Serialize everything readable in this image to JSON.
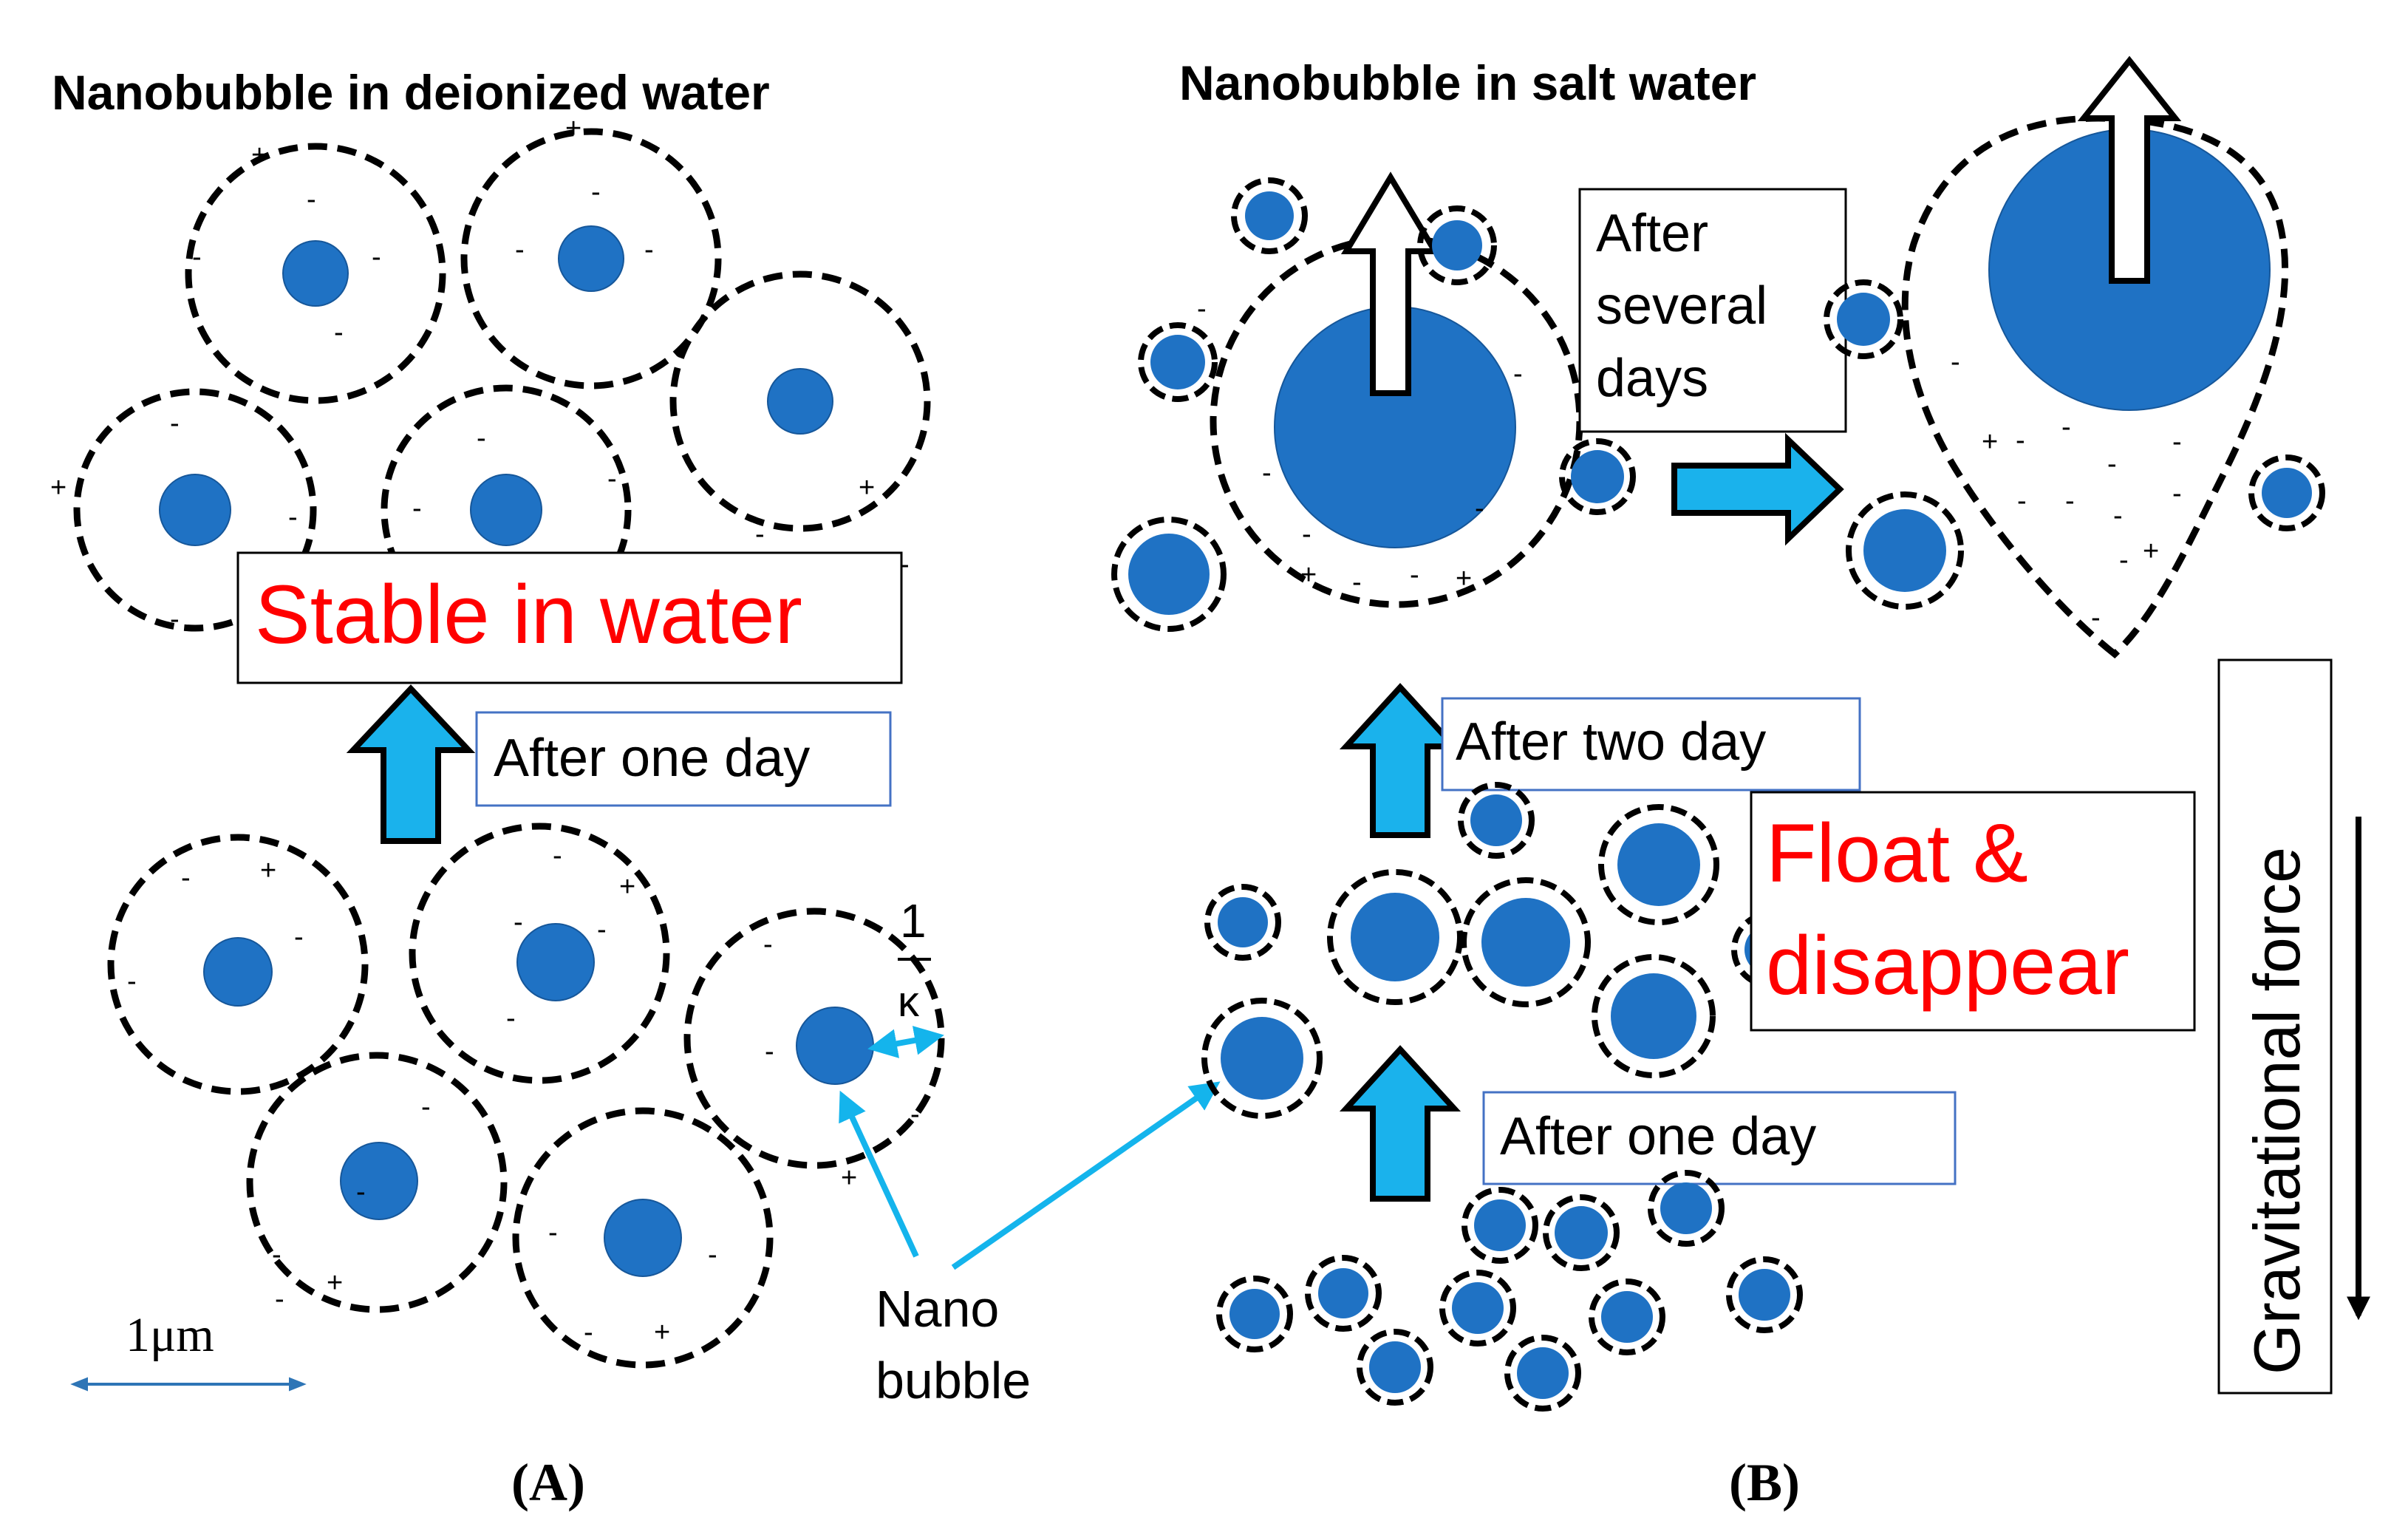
{
  "panel_a": {
    "title": "Nanobubble in deionized water",
    "stable_label": "Stable in water",
    "after_label": "After one day",
    "kappa_num": "1",
    "kappa_den": "κ",
    "scale_label": "1μm",
    "panel_label": "(A)"
  },
  "panel_b": {
    "title": "Nanobubble in salt water",
    "after_several_1": "After",
    "after_several_2": "several",
    "after_several_3": "days",
    "after_two_label": "After two day",
    "float_1": "Float &",
    "float_2": "disappear",
    "after_one_label": "After one day",
    "gravity_label": "Gravitational force",
    "panel_label": "(B)"
  },
  "shared": {
    "nano_1": "Nano",
    "nano_2": "bubble"
  },
  "symbols": {
    "minus": "-",
    "plus": "+"
  },
  "colors": {
    "bubble": "#1f72c4",
    "bubble_edge": "#16579a",
    "arrow_fill": "#1ab2ec",
    "pointer": "#14b4ec",
    "emphasis_text": "#ff0000",
    "outline": "#000000",
    "label_box_border": "#4472c4"
  }
}
